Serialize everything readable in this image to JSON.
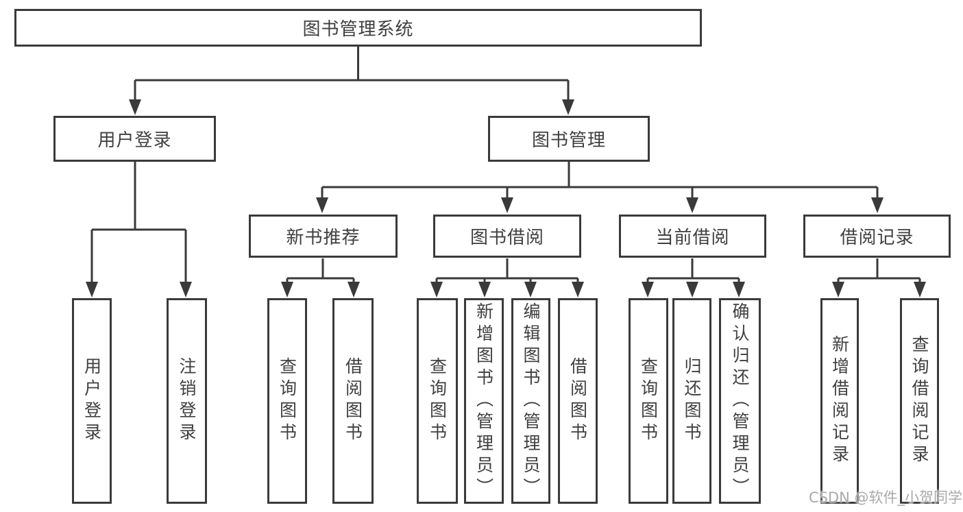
{
  "tree": {
    "root": {
      "label": "图书管理系统"
    },
    "branches": [
      {
        "label": "用户登录",
        "leaves": [
          {
            "label": "用户登录"
          },
          {
            "label": "注销登录"
          }
        ]
      },
      {
        "label": "图书管理",
        "groups": [
          {
            "label": "新书推荐",
            "leaves": [
              {
                "label": "查询图书"
              },
              {
                "label": "借阅图书"
              }
            ]
          },
          {
            "label": "图书借阅",
            "leaves": [
              {
                "label": "查询图书"
              },
              {
                "label": "新增图书（管理员）"
              },
              {
                "label": "编辑图书（管理员）"
              },
              {
                "label": "借阅图书"
              }
            ]
          },
          {
            "label": "当前借阅",
            "leaves": [
              {
                "label": "查询图书"
              },
              {
                "label": "归还图书"
              },
              {
                "label": "确认归还（管理员）"
              }
            ]
          },
          {
            "label": "借阅记录",
            "leaves": [
              {
                "label": "新增借阅记录"
              },
              {
                "label": "查询借阅记录"
              }
            ]
          }
        ]
      }
    ]
  },
  "watermark": {
    "text": "CSDN @软件_小贺同学"
  },
  "colors": {
    "line": "#3a3a3a",
    "text": "#3f3f3f",
    "watermark": "#a9a9a9",
    "background": "#ffffff"
  }
}
